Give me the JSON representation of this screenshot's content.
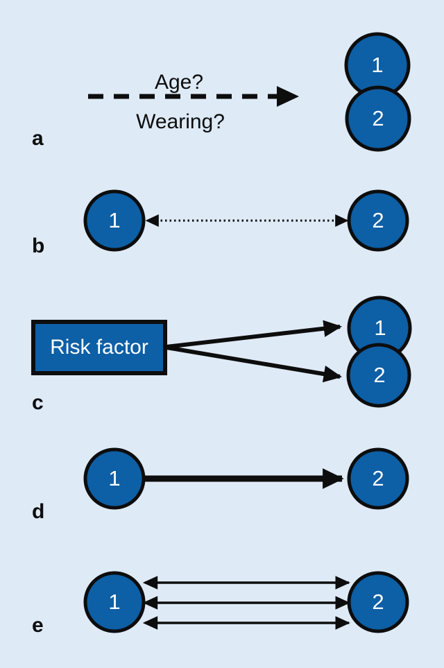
{
  "figure": {
    "background_color": "#deeaf6",
    "node_fill_color": "#0d5fa6",
    "stroke_color": "#0d0d0d",
    "node_text_color": "#ffffff"
  },
  "panels": [
    {
      "label": "a",
      "edge_label_top": "Age?",
      "edge_label_bottom": "Wearing?",
      "edge_style": "dashed-single-arrow",
      "nodes": [
        {
          "text": "1"
        },
        {
          "text": "2"
        }
      ]
    },
    {
      "label": "b",
      "edge_style": "dotted-double-arrow",
      "nodes": [
        {
          "text": "1"
        },
        {
          "text": "2"
        }
      ]
    },
    {
      "label": "c",
      "box_label": "Risk factor",
      "edge_style": "solid-fan-two-arrows",
      "nodes": [
        {
          "text": "1"
        },
        {
          "text": "2"
        }
      ]
    },
    {
      "label": "d",
      "edge_style": "solid-thick-single-arrow",
      "nodes": [
        {
          "text": "1"
        },
        {
          "text": "2"
        }
      ]
    },
    {
      "label": "e",
      "edge_style": "solid-triple-double-arrow",
      "nodes": [
        {
          "text": "1"
        },
        {
          "text": "2"
        }
      ]
    }
  ]
}
